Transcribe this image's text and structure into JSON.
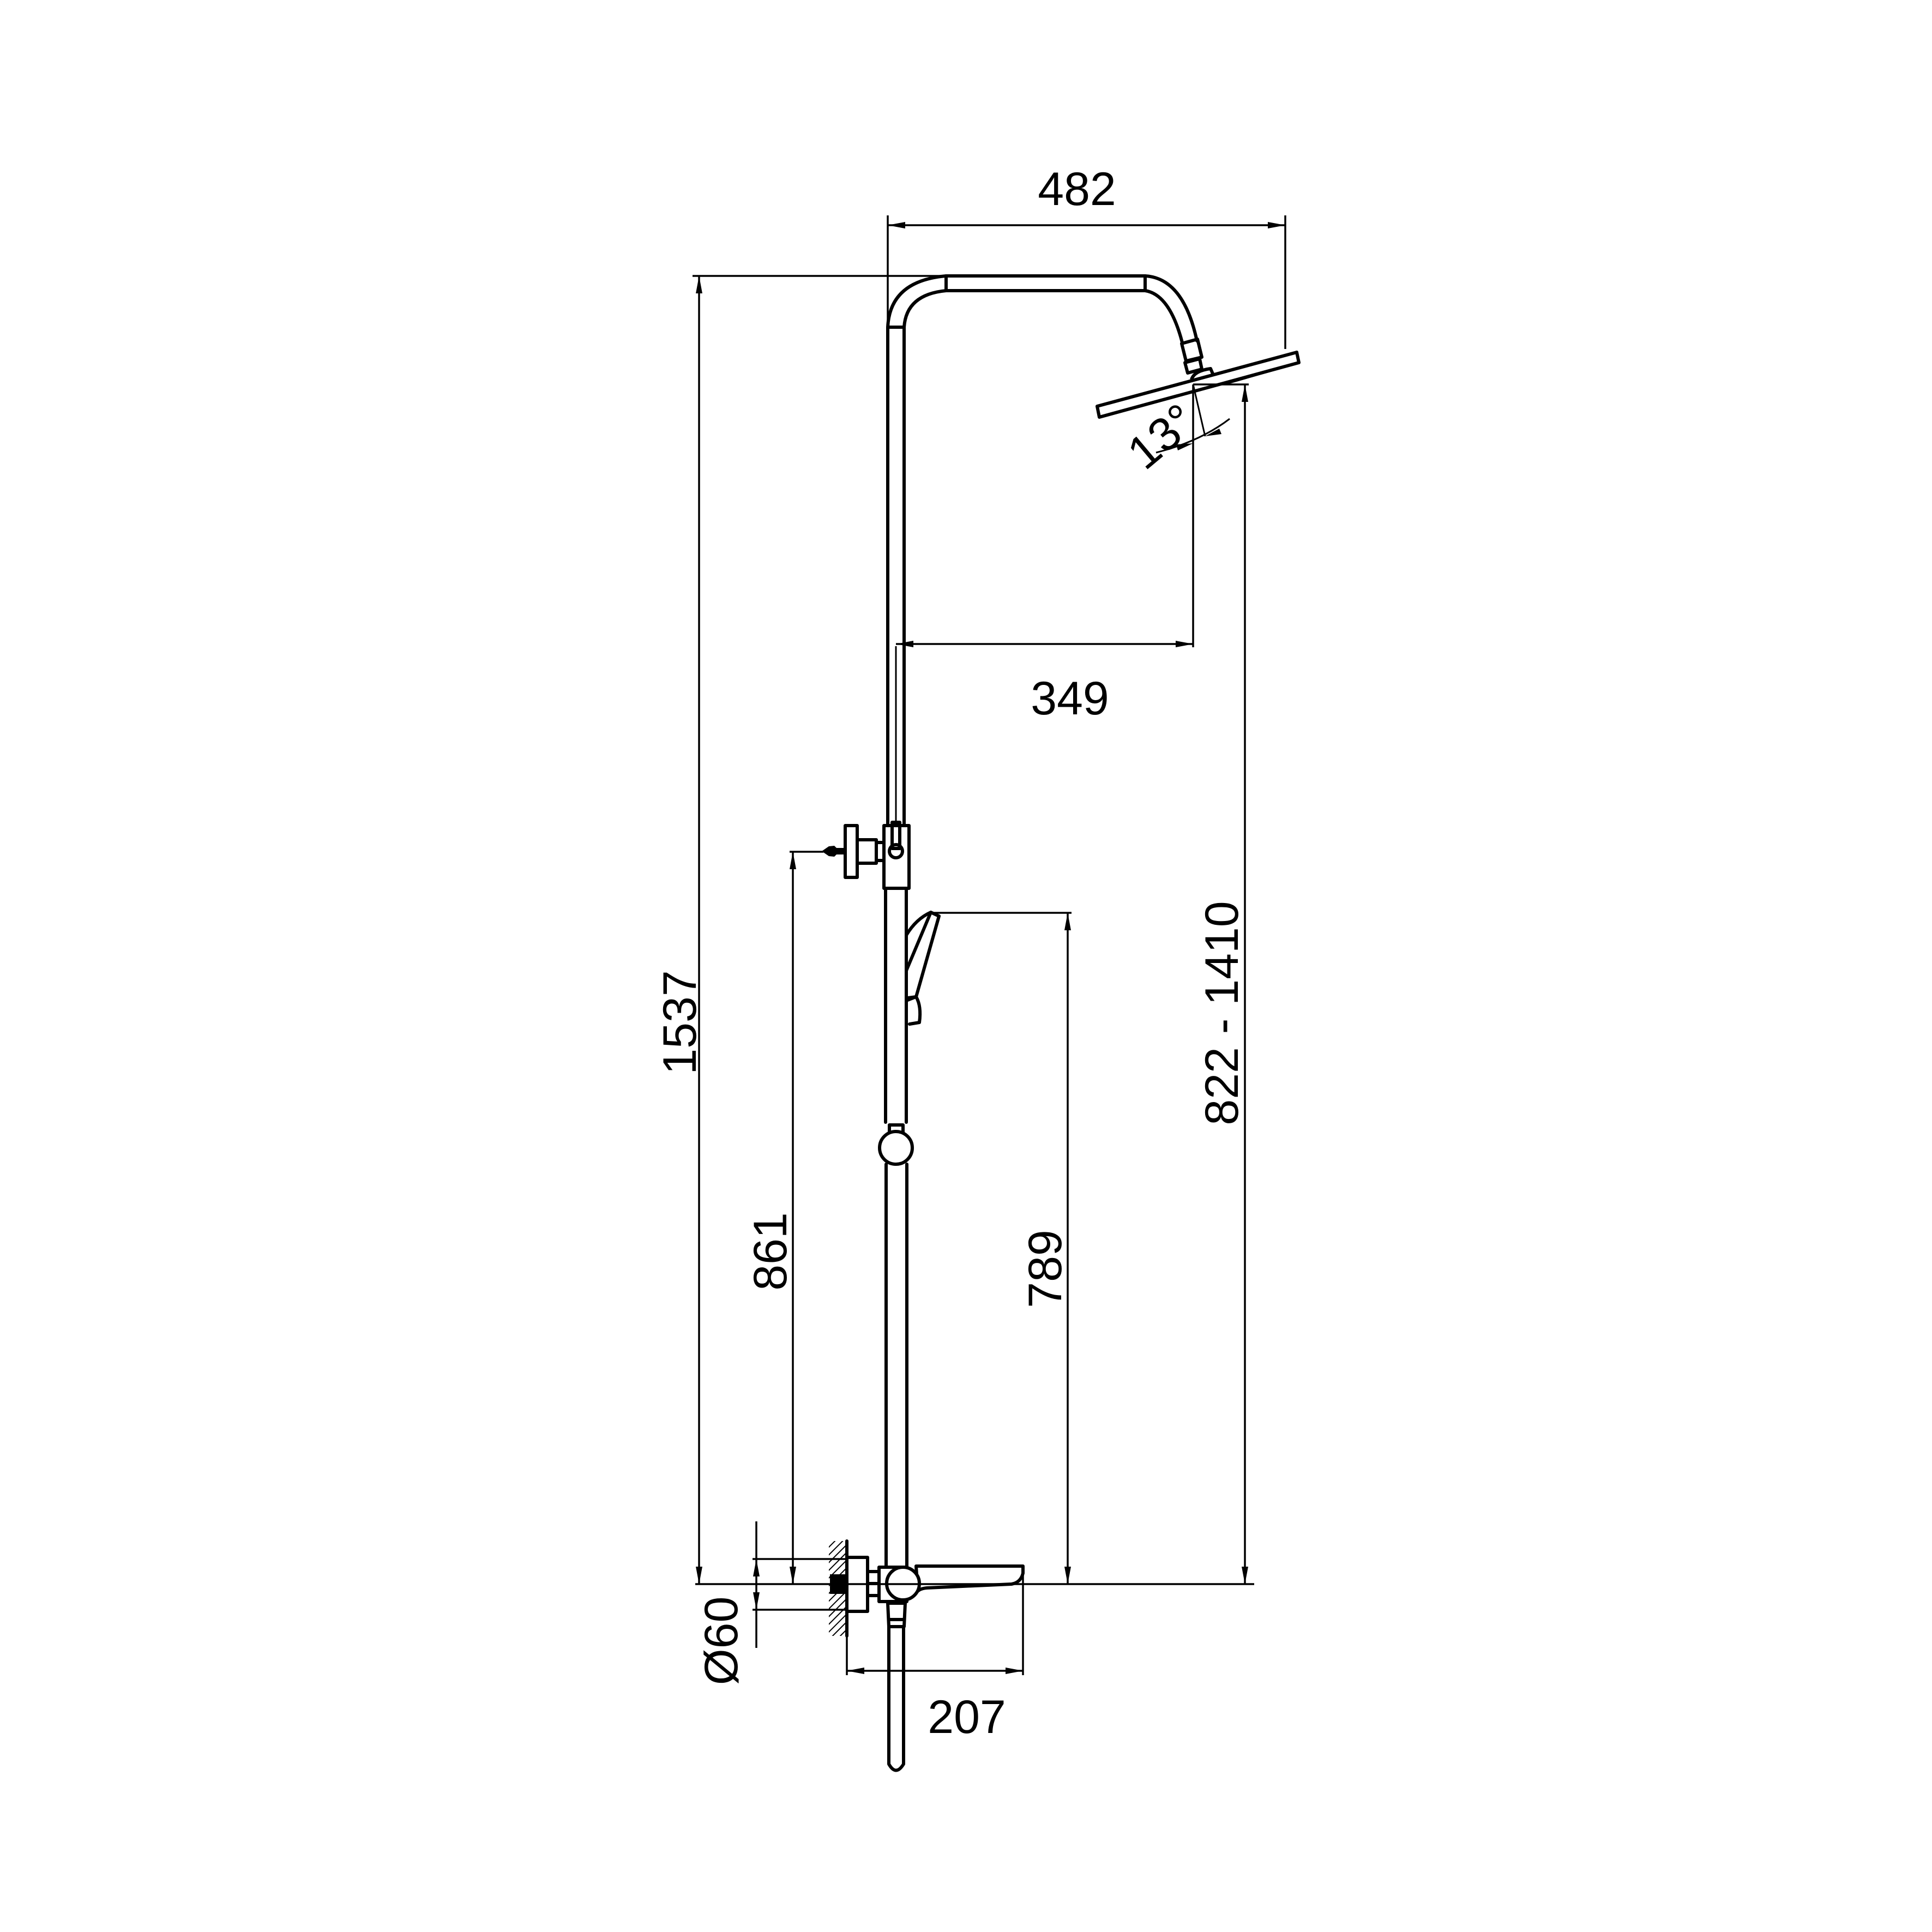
{
  "drawing": {
    "subject": "Shower column technical dimension drawing",
    "background": "#ffffff",
    "line_color": "#000000",
    "units": "mm"
  },
  "dimensions": {
    "overall_width": {
      "label": "482"
    },
    "head_projection": {
      "label": "349"
    },
    "head_tilt_angle": {
      "label": "13°"
    },
    "total_height": {
      "label": "1537"
    },
    "head_height_range": {
      "label": "822 - 1410"
    },
    "wall_bracket_height": {
      "label": "861"
    },
    "hand_shower_height": {
      "label": "789"
    },
    "mixer_flange_diameter": {
      "label": "Ø60"
    },
    "spout_projection": {
      "label": "207"
    }
  },
  "components": [
    {
      "name": "Rain shower head"
    },
    {
      "name": "Shower arm"
    },
    {
      "name": "Riser pipe"
    },
    {
      "name": "Wall bracket"
    },
    {
      "name": "Hand shower"
    },
    {
      "name": "Slider knob"
    },
    {
      "name": "Thermostatic mixer with spout"
    },
    {
      "name": "Hose"
    }
  ]
}
